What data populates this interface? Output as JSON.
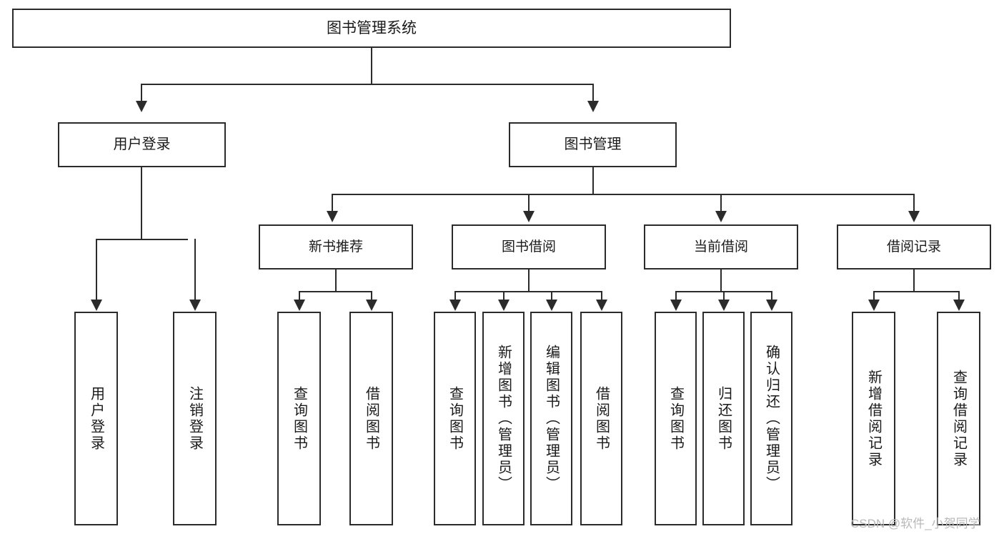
{
  "diagram": {
    "title": "图书管理系统",
    "type": "tree",
    "root": {
      "label": "图书管理系统"
    },
    "level1": [
      {
        "id": "user-login",
        "label": "用户登录"
      },
      {
        "id": "book-management",
        "label": "图书管理"
      }
    ],
    "level2": [
      {
        "id": "new-book-recommend",
        "label": "新书推荐",
        "parent": "book-management"
      },
      {
        "id": "book-borrow",
        "label": "图书借阅",
        "parent": "book-management"
      },
      {
        "id": "current-borrow",
        "label": "当前借阅",
        "parent": "book-management"
      },
      {
        "id": "borrow-record",
        "label": "借阅记录",
        "parent": "book-management"
      }
    ],
    "leaves": [
      {
        "id": "leaf-user-login",
        "label": "用户登录",
        "parent": "user-login"
      },
      {
        "id": "leaf-logout-login",
        "label": "注销登录",
        "parent": "user-login"
      },
      {
        "id": "leaf-query-book-1",
        "label": "查询图书",
        "parent": "new-book-recommend"
      },
      {
        "id": "leaf-borrow-book-1",
        "label": "借阅图书",
        "parent": "new-book-recommend"
      },
      {
        "id": "leaf-query-book-2",
        "label": "查询图书",
        "parent": "book-borrow"
      },
      {
        "id": "leaf-add-book",
        "label": "新增图书（管理员）",
        "parent": "book-borrow"
      },
      {
        "id": "leaf-edit-book",
        "label": "编辑图书（管理员）",
        "parent": "book-borrow"
      },
      {
        "id": "leaf-borrow-book-2",
        "label": "借阅图书",
        "parent": "book-borrow"
      },
      {
        "id": "leaf-query-book-3",
        "label": "查询图书",
        "parent": "current-borrow"
      },
      {
        "id": "leaf-return-book",
        "label": "归还图书",
        "parent": "current-borrow"
      },
      {
        "id": "leaf-confirm-return",
        "label": "确认归还（管理员）",
        "parent": "current-borrow"
      },
      {
        "id": "leaf-add-record",
        "label": "新增借阅记录",
        "parent": "borrow-record"
      },
      {
        "id": "leaf-query-record",
        "label": "查询借阅记录",
        "parent": "borrow-record"
      }
    ]
  },
  "watermark": {
    "text": "CSDN @软件_小贺同学"
  },
  "colors": {
    "stroke": "#2b2b2b",
    "background": "#ffffff",
    "text": "#1a1a1a",
    "watermark": "#b9b9b9"
  }
}
